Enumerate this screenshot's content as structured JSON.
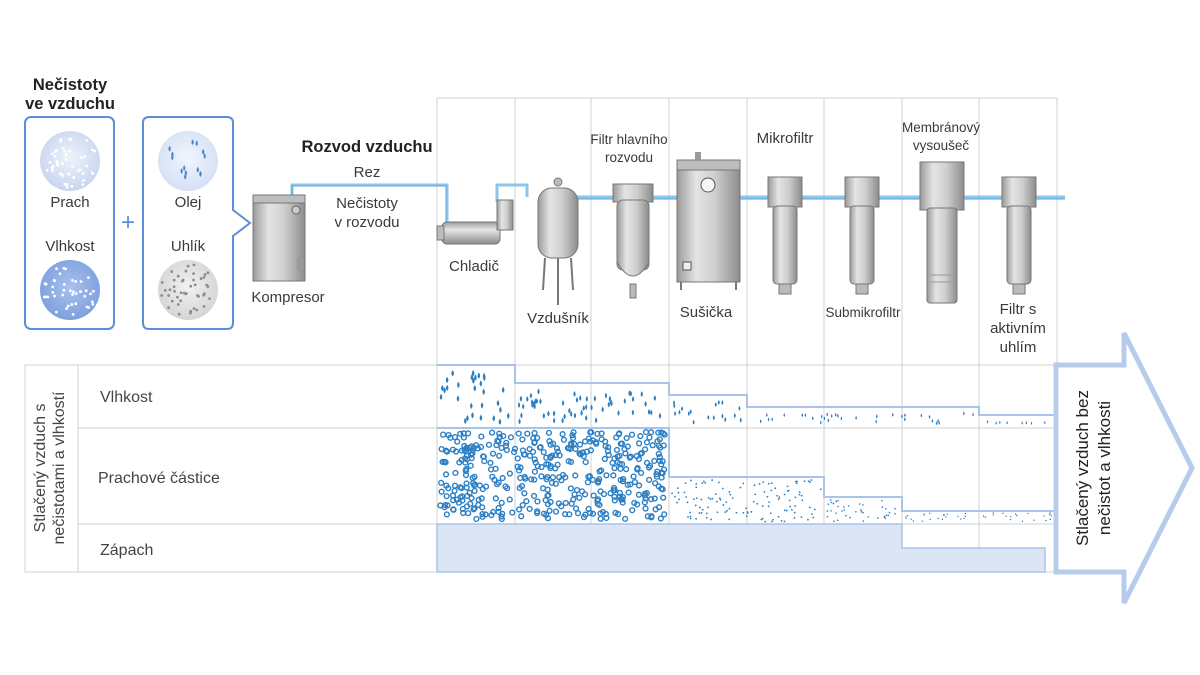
{
  "legend": {
    "title_line1": "Nečistoty",
    "title_line2": "ve vzduchu",
    "plus": "+",
    "items": [
      "Prach",
      "Vlhkost",
      "Olej",
      "Uhlík"
    ]
  },
  "pipeline": {
    "title": "Rozvod vzduchu",
    "rust": "Rez",
    "impurities_line1": "Nečistoty",
    "impurities_line2": "v rozvodu",
    "components": {
      "compressor": "Kompresor",
      "cooler": "Chladič",
      "receiver": "Vzdušník",
      "main_filter_line1": "Filtr hlavního",
      "main_filter_line2": "rozvodu",
      "dryer": "Sušička",
      "microfilter": "Mikrofiltr",
      "submicrofilter": "Submikrofiltr",
      "membrane_line1": "Membránový",
      "membrane_line2": "vysoušeč",
      "carbon_line1": "Filtr s",
      "carbon_line2": "aktivním",
      "carbon_line3": "uhlím"
    }
  },
  "table": {
    "side_label_line1": "Stlačený vzduch s",
    "side_label_line2": "nečistotami a vlhkostí",
    "rows": [
      "Vlhkost",
      "Prachové částice",
      "Zápach"
    ]
  },
  "output": {
    "line1": "Stlačený vzduch bez",
    "line2": "nečistot a vlhkosti"
  },
  "colors": {
    "frame": "#5b8fd6",
    "grid": "#cccccc",
    "pipe": "#8cc6ea",
    "droplet": "#2b7fc4",
    "odor": "#dce5f6",
    "arrow": "#b7cbec"
  }
}
